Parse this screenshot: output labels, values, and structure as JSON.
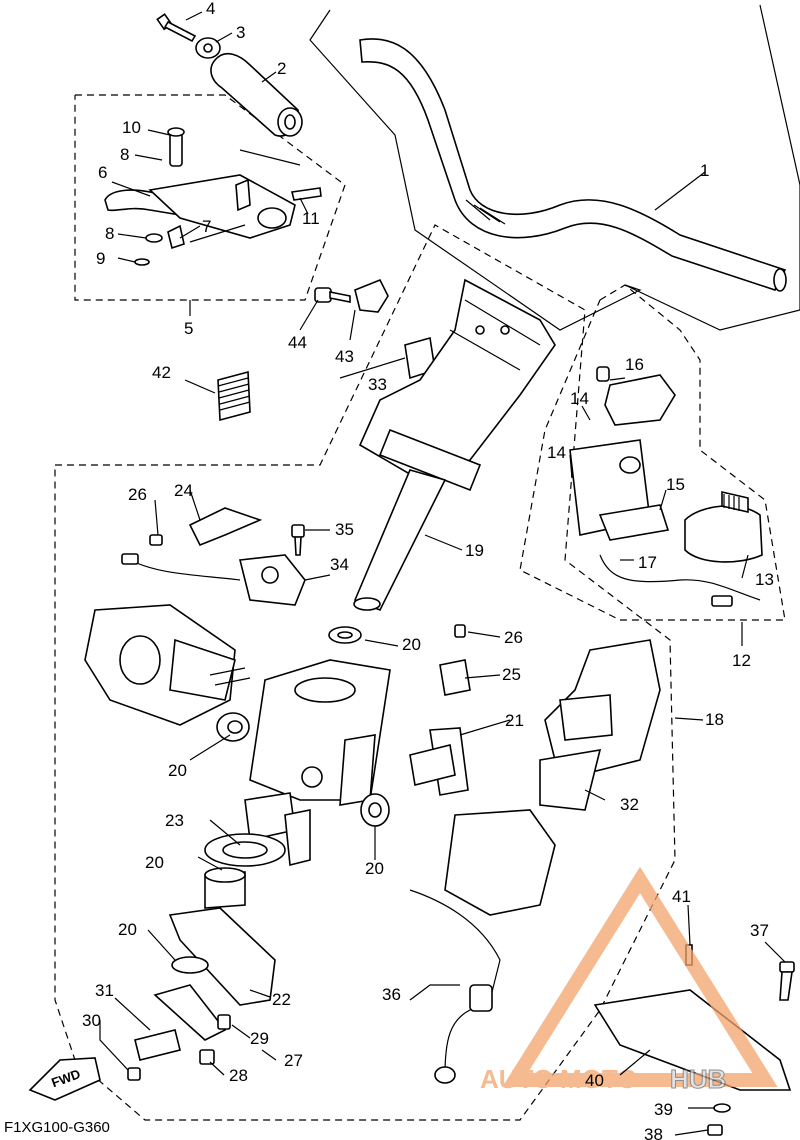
{
  "diagram": {
    "code": "F1XG100-G360",
    "fwd_label": "FWD",
    "watermark": {
      "part1": "AUTO",
      "part2": "MOTO",
      "part3": "HUB",
      "color1": "#f2a36b",
      "color2": "#d9d9d9"
    },
    "callouts": {
      "n1": "1",
      "n2": "2",
      "n3": "3",
      "n4": "4",
      "n5": "5",
      "n6": "6",
      "n7": "7",
      "n8a": "8",
      "n8b": "8",
      "n9": "9",
      "n10": "10",
      "n11": "11",
      "n12": "12",
      "n13": "13",
      "n14a": "14",
      "n14b": "14",
      "n15": "15",
      "n16": "16",
      "n17": "17",
      "n18": "18",
      "n19": "19",
      "n20a": "20",
      "n20b": "20",
      "n20c": "20",
      "n20d": "20",
      "n20e": "20",
      "n21": "21",
      "n22": "22",
      "n23": "23",
      "n24": "24",
      "n25": "25",
      "n26a": "26",
      "n26b": "26",
      "n27": "27",
      "n28": "28",
      "n29": "29",
      "n30": "30",
      "n31": "31",
      "n32": "32",
      "n33": "33",
      "n34": "34",
      "n35": "35",
      "n36": "36",
      "n37": "37",
      "n38": "38",
      "n39": "39",
      "n40": "40",
      "n41": "41",
      "n42": "42",
      "n43": "43",
      "n44": "44"
    }
  }
}
